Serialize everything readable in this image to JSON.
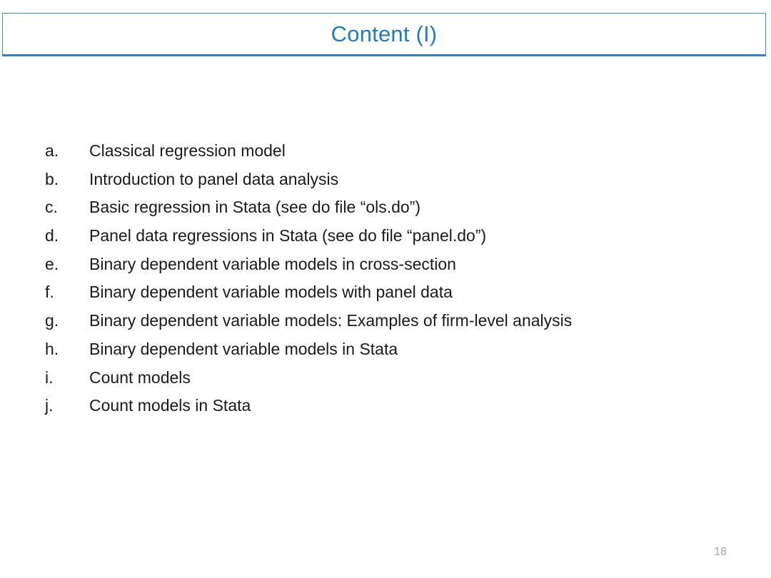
{
  "slide": {
    "title": "Content (I)",
    "title_color": "#1f7ac4",
    "border_color": "#3f8ecc",
    "background_color": "#ffffff",
    "text_color": "#1a1a1a",
    "page_number": "18",
    "page_number_color": "#a6a6a6"
  },
  "list": {
    "items": [
      {
        "marker": "a.",
        "text": "Classical regression model"
      },
      {
        "marker": "b.",
        "text": "Introduction to panel data analysis"
      },
      {
        "marker": "c.",
        "text": "Basic regression in Stata (see do file “ols.do”)"
      },
      {
        "marker": "d.",
        "text": "Panel data regressions in Stata (see do file “panel.do”)"
      },
      {
        "marker": "e.",
        "text": "Binary dependent variable models in cross-section"
      },
      {
        "marker": "f.",
        "text": "Binary dependent variable models with panel data"
      },
      {
        "marker": "g.",
        "text": "Binary dependent variable models: Examples of firm-level analysis"
      },
      {
        "marker": "h.",
        "text": "Binary dependent variable models in Stata"
      },
      {
        "marker": "i.",
        "text": "Count models"
      },
      {
        "marker": "j.",
        "text": "Count models in Stata"
      }
    ]
  }
}
